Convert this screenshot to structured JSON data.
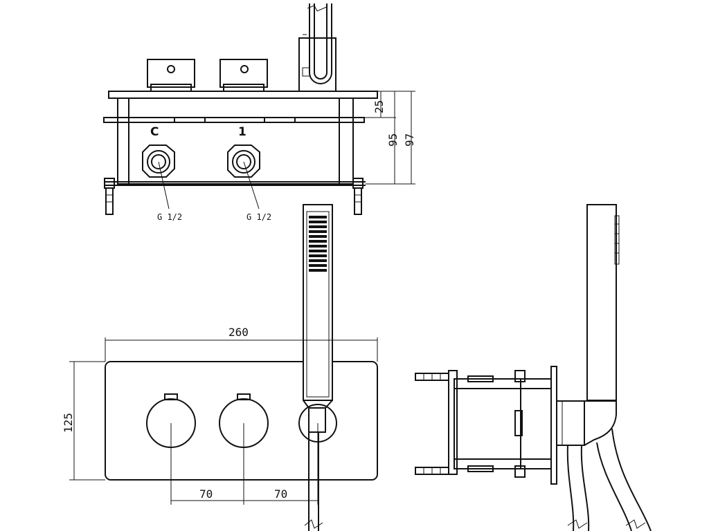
{
  "labels": {
    "port_left": "C",
    "port_right": "1",
    "thread_left": "G 1/2",
    "thread_right": "G 1/2"
  },
  "dimensions": {
    "depth_front": "25",
    "depth_body": "95",
    "depth_total": "97",
    "width": "260",
    "height": "125",
    "spacing_left": "70",
    "spacing_right": "70"
  }
}
